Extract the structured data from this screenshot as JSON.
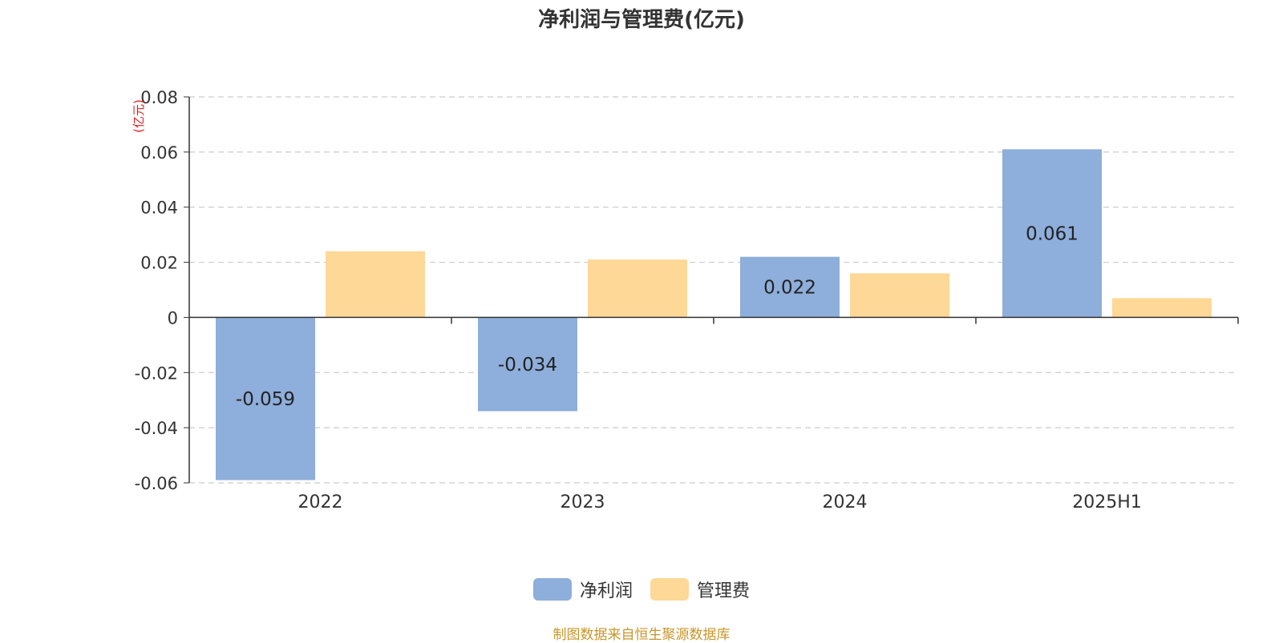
{
  "chart_data": {
    "type": "bar",
    "title": "净利润与管理费(亿元)",
    "ylabel": "(亿元)",
    "categories": [
      "2022",
      "2023",
      "2024",
      "2025H1"
    ],
    "series": [
      {
        "name": "净利润",
        "values": [
          -0.059,
          -0.034,
          0.022,
          0.061
        ],
        "color": "#8eaedb",
        "show_labels": true
      },
      {
        "name": "管理费",
        "values": [
          0.024,
          0.021,
          0.016,
          0.007
        ],
        "color": "#fed897",
        "show_labels": false
      }
    ],
    "ylim": [
      -0.06,
      0.08
    ],
    "yticks": [
      0.08,
      0.06,
      0.04,
      0.02,
      0,
      -0.02,
      -0.04,
      -0.06
    ],
    "ytick_labels": [
      "0.08",
      "0.06",
      "0.04",
      "0.02",
      "0",
      "-0.02",
      "-0.04",
      "-0.06"
    ],
    "data_labels": [
      "-0.059",
      "-0.034",
      "0.022",
      "0.061"
    ],
    "grid": true,
    "legend_position": "bottom-center"
  },
  "source_note": "制图数据来自恒生聚源数据库"
}
